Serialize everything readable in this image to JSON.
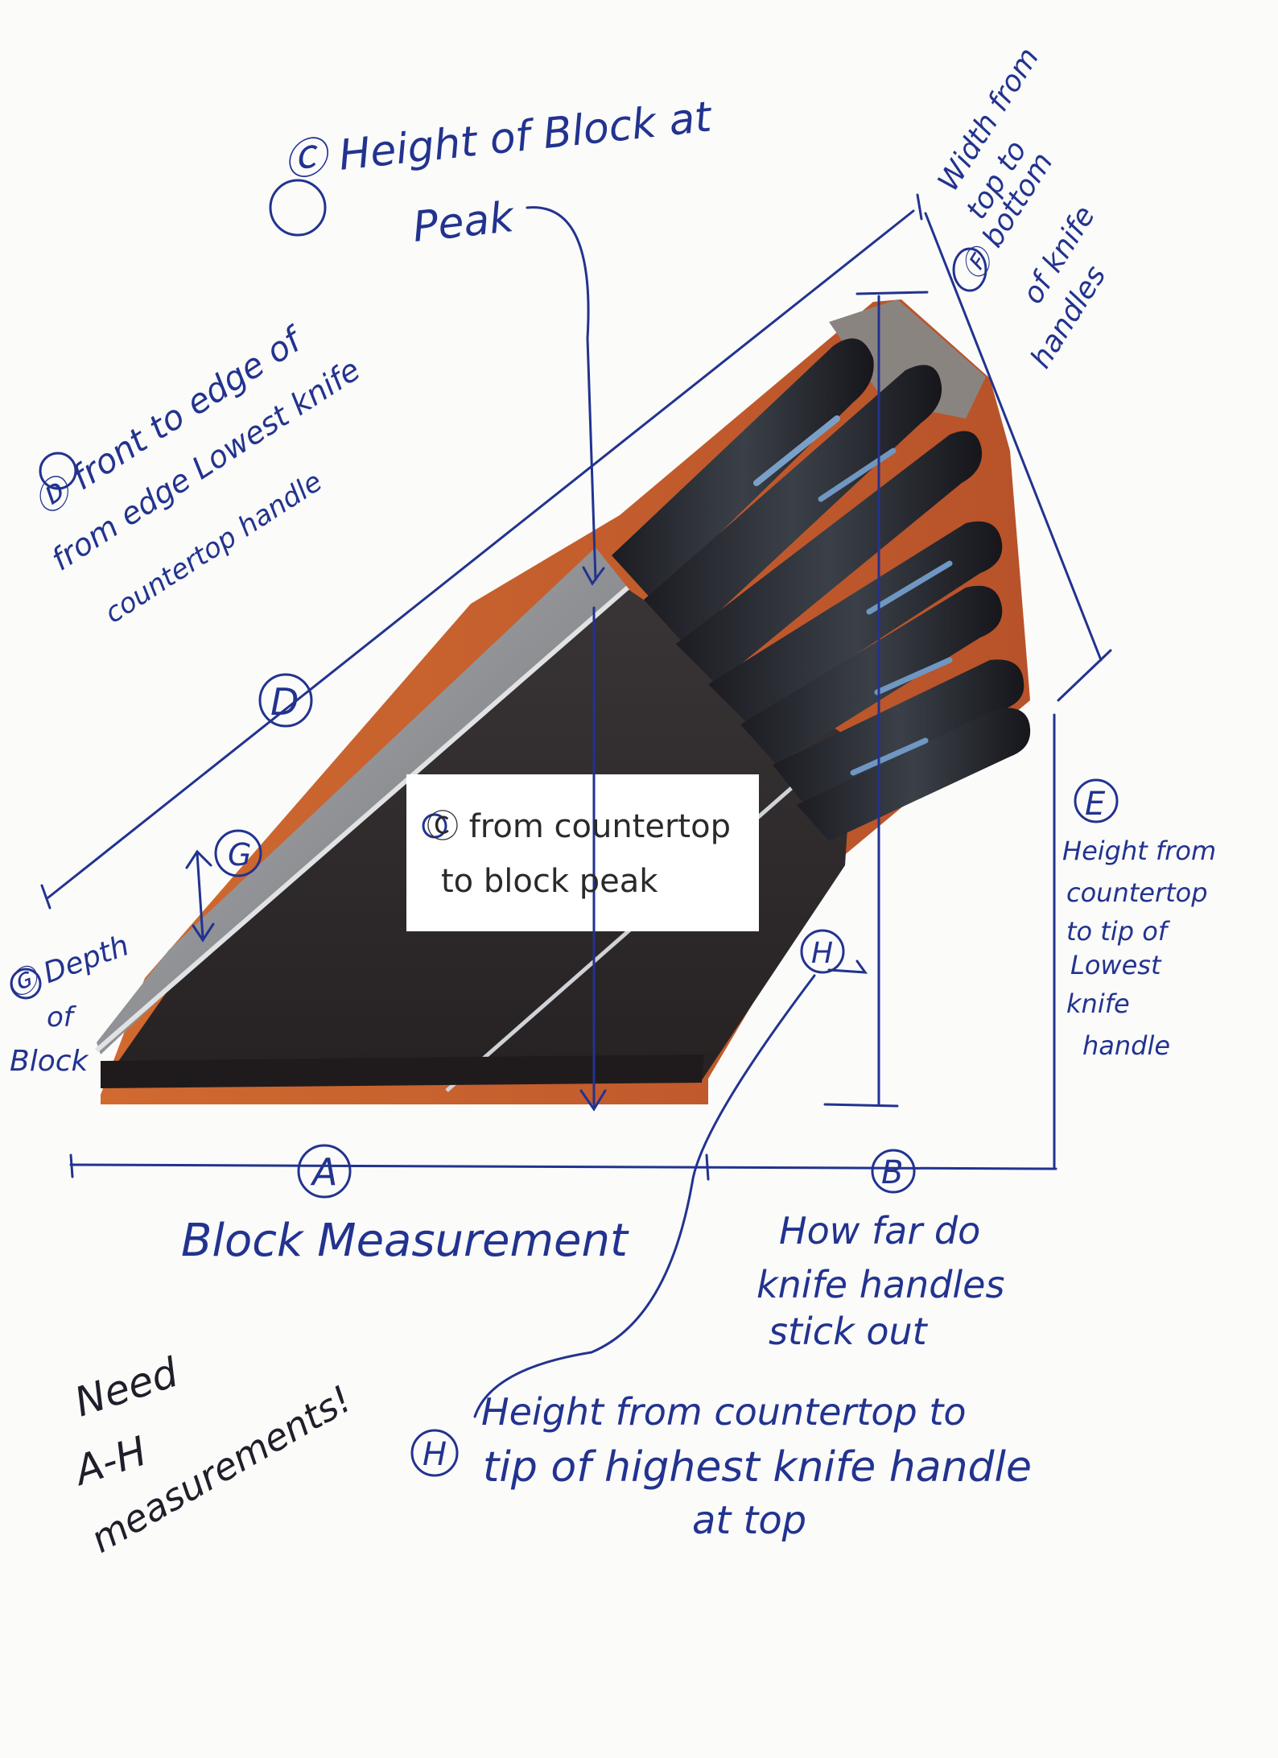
{
  "labels": {
    "c_title_line1": "Ⓒ Height of Block at",
    "c_title_line2": "Peak",
    "f_label_line1": "Width from",
    "f_label_line2": "top to",
    "f_label_line3": "Ⓕ bottom",
    "f_label_line4": "of knife",
    "f_label_line5": "handles",
    "d_label_line1": "Ⓓ front to edge of",
    "d_label_line2": "from edge  Lowest knife",
    "d_label_line3": "countertop    handle",
    "d_marker": "D",
    "g_marker": "G",
    "g_label_line1": "Ⓖ Depth",
    "g_label_line2": "of",
    "g_label_line3": "Block",
    "c_box_line1": "Ⓒ from countertop",
    "c_box_line2": "to block peak",
    "e_marker": "E",
    "e_label_line1": "Height from",
    "e_label_line2": "countertop",
    "e_label_line3": "to tip of",
    "e_label_line4": "Lowest",
    "e_label_line5": "knife",
    "e_label_line6": "handle",
    "h_marker": "H",
    "a_marker": "A",
    "b_marker": "B",
    "block_measurement": "Block Measurement",
    "b_label_line1": "How far do",
    "b_label_line2": "knife handles",
    "b_label_line3": "stick out",
    "need_line1": "Need",
    "need_line2": "A-H",
    "need_line3": "measurements!",
    "h_label_marker": "H",
    "h_label_line1": "Height from countertop to",
    "h_label_line2": "tip of highest knife handle",
    "h_label_line3": "at top"
  },
  "colors": {
    "ink_blue": "#22338f",
    "ink_black": "#1f1f2a",
    "block_dark": "#2e2a2b",
    "counter_orange": "#c5602a",
    "blade_steel": "#9ea0a4"
  }
}
